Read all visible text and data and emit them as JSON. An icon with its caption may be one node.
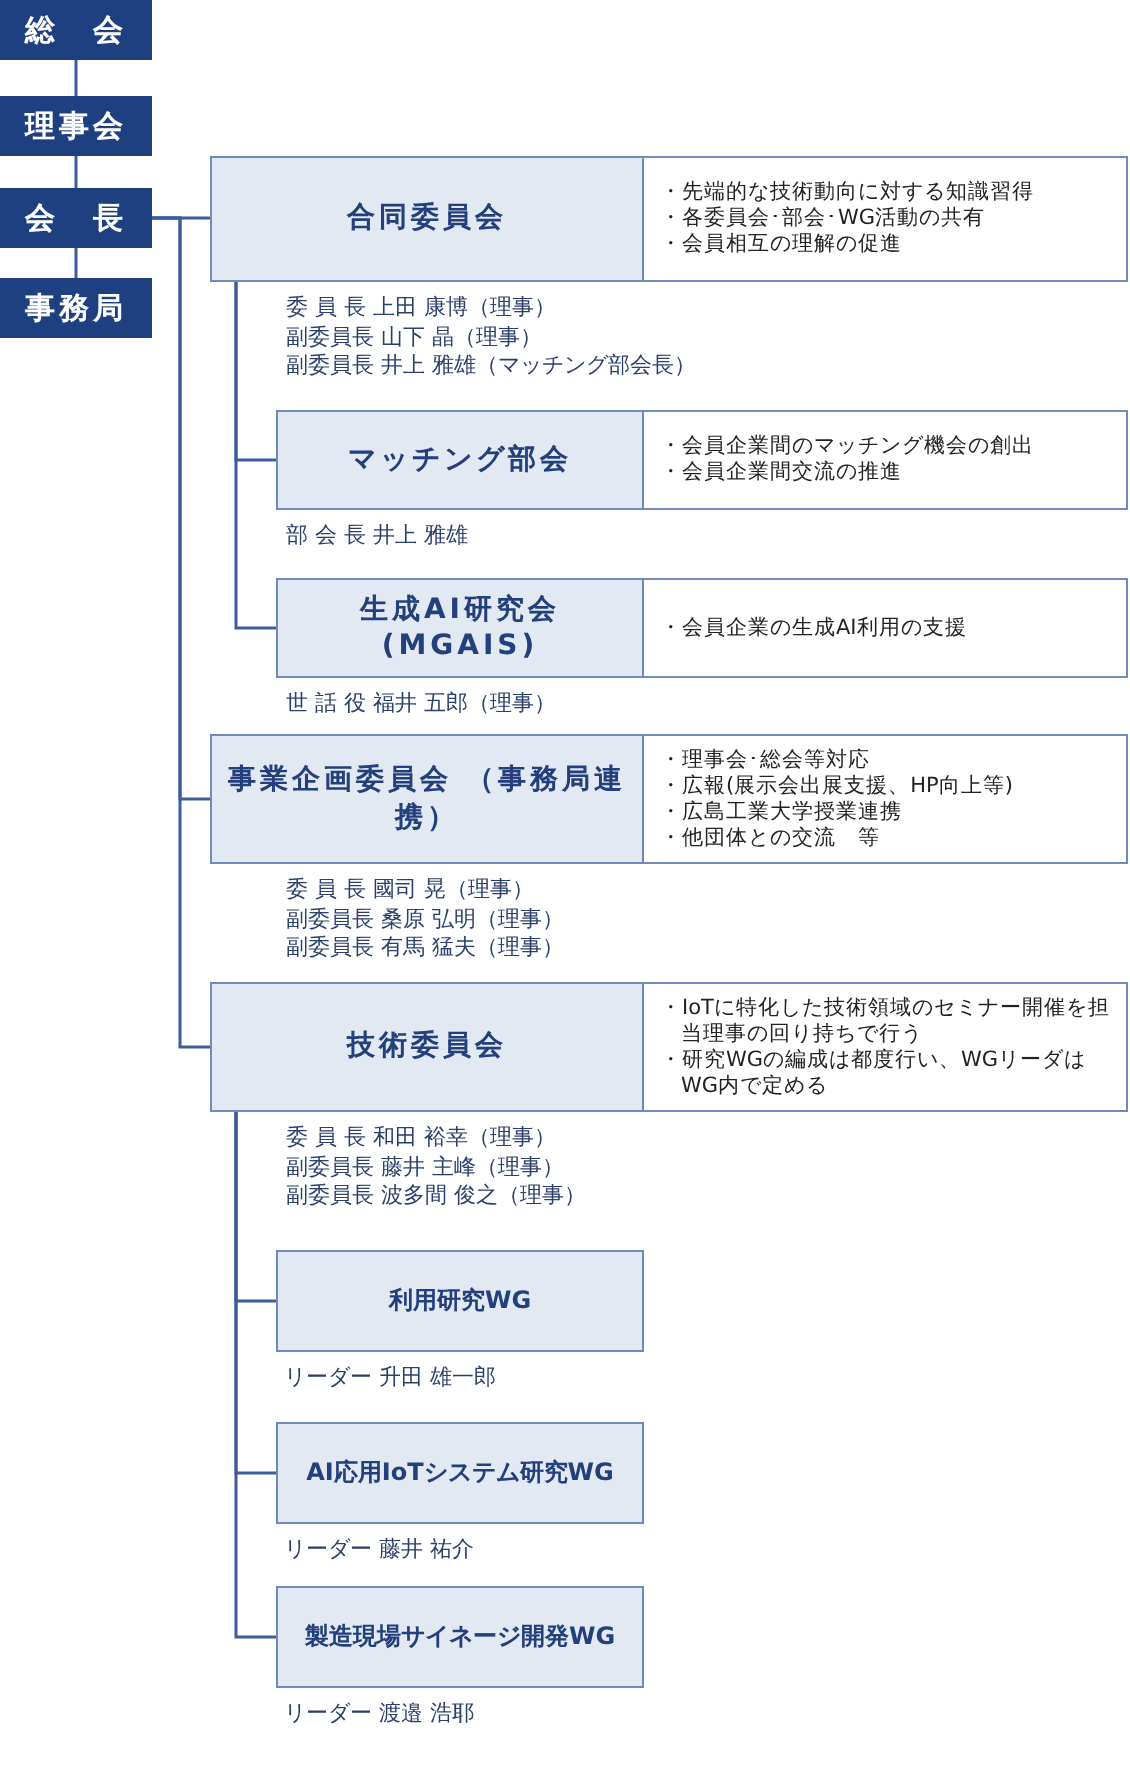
{
  "diagram": {
    "nodes": [
      {
        "text": [
          "総　会"
        ]
      },
      {
        "text": [
          "理事会"
        ]
      },
      {
        "text": [
          "会　長"
        ]
      },
      {
        "text": [
          "事務局"
        ]
      },
      {
        "text": [
          "合同委員会",
          "・先端的な技術動向に対する知識習得",
          "・各委員会･部会･WG活動の共有",
          "・会員相互の理解の促進"
        ],
        "beside": [
          "委 員 長 上田 康博（理事）",
          "副委員長 山下 晶（理事）",
          "副委員長 井上 雅雄（マッチング部会長）"
        ]
      },
      {
        "text": [
          "マッチング部会",
          "・会員企業間のマッチング機会の創出",
          "・会員企業間交流の推進"
        ],
        "beside": [
          "部 会 長 井上 雅雄"
        ]
      },
      {
        "text": [
          "生成AI研究会 (MGAIS)",
          "・会員企業の生成AI利用の支援"
        ],
        "beside": [
          "世 話 役 福井 五郎（理事）"
        ]
      },
      {
        "text": [
          "事業企画委員会 （事務局連携）",
          "・理事会･総会等対応",
          "・広報(展示会出展支援、HP向上等)",
          "・広島工業大学授業連携",
          "・他団体との交流　等"
        ],
        "beside": [
          "委 員 長 國司 晃（理事）",
          "副委員長 桑原 弘明（理事）",
          "副委員長 有馬 猛夫（理事）"
        ]
      },
      {
        "text": [
          "技術委員会",
          "・IoTに特化した技術領域のセミナー開催を担当理事の回り持ちで行う",
          "・研究WGの編成は都度行い、WGリーダはWG内で定める"
        ],
        "beside": [
          "委 員 長 和田 裕幸（理事）",
          "副委員長 藤井 主峰（理事）",
          "副委員長 波多間 俊之（理事）"
        ]
      },
      {
        "text": [
          "利用研究WG"
        ],
        "beside": [
          "リーダー 升田 雄一郎"
        ]
      },
      {
        "text": [
          "AI応用IoTシステム研究WG"
        ],
        "beside": [
          "リーダー 藤井 祐介"
        ]
      },
      {
        "text": [
          "製造現場サイネージ開発WG"
        ],
        "beside": [
          "リーダー 渡邉 浩耶"
        ]
      }
    ],
    "edges": [
      {
        "from": 0,
        "to": 1,
        "arrow": "none"
      },
      {
        "from": 1,
        "to": 2,
        "arrow": "none"
      },
      {
        "from": 2,
        "to": 3,
        "arrow": "none"
      },
      {
        "from": 2,
        "to": 4,
        "arrow": "none"
      },
      {
        "from": 2,
        "to": 7,
        "arrow": "none"
      },
      {
        "from": 2,
        "to": 8,
        "arrow": "none"
      },
      {
        "from": 4,
        "to": 5,
        "arrow": "none"
      },
      {
        "from": 4,
        "to": 6,
        "arrow": "none"
      },
      {
        "from": 8,
        "to": 9,
        "arrow": "none"
      },
      {
        "from": 8,
        "to": 10,
        "arrow": "none"
      },
      {
        "from": 8,
        "to": 11,
        "arrow": "none"
      }
    ]
  }
}
